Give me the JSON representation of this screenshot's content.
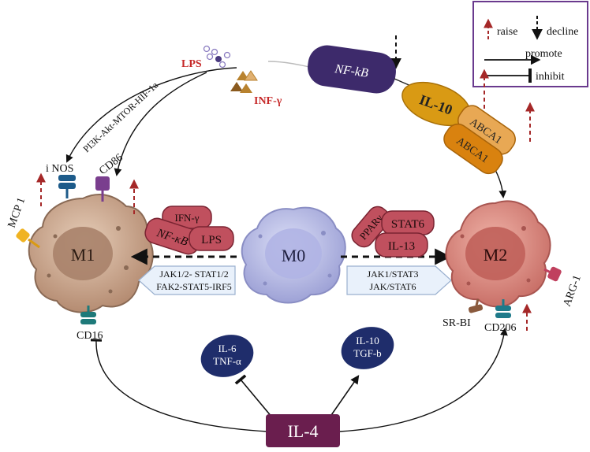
{
  "legend": {
    "raise": "raise",
    "decline": "decline",
    "promote": "promote",
    "inhibit": "inhibit"
  },
  "cells": {
    "m0": "M0",
    "m1": "M1",
    "m2": "M2"
  },
  "m1_markers": {
    "inos": "i NOS",
    "cd86": "CD86",
    "mcp1": "MCP 1",
    "cd16": "CD16"
  },
  "m2_markers": {
    "srbi": "SR-BI",
    "cd206": "CD206",
    "arg1": "ARG-1"
  },
  "m1_signals": {
    "ifn": "IFN-γ",
    "nfkb": "NF-κB",
    "lps": "LPS"
  },
  "m2_signals": {
    "ppar": "PPARγ",
    "stat6": "STAT6",
    "il13": "IL-13"
  },
  "m1_pathway": {
    "line1": "JAK1/2- STAT1/2",
    "line2": "FAK2-STAT5-IRF5"
  },
  "m2_pathway": {
    "line1": "JAK1/STAT3",
    "line2": "JAK/STAT6"
  },
  "top": {
    "nfkb": "NF-kB",
    "il10": "IL-10",
    "abca1_a": "ABCA1",
    "abca1_b": "ABCA1",
    "lps": "LPS",
    "inf": "INF-γ",
    "pi3k": "PI3K-Akt-MTOR-HIF-1a"
  },
  "bottom": {
    "il4": "IL-4",
    "inh_line1": "IL-6",
    "inh_line2": "TNF-α",
    "pro_line1": "IL-10",
    "pro_line2": "TGF-b"
  },
  "colors": {
    "raise_arrow": "#b03030",
    "legend_border": "#6a3a8e",
    "m0_cell": "#b9bde6",
    "m1_cell": "#c9a48a",
    "m2_cell": "#d98a83",
    "signal_block": "#c0505e",
    "il4_block": "#6a1e4e",
    "navy_ellipse": "#1f2d6b",
    "nfkb_block": "#3d2a6b",
    "il10_block": "#d99a14",
    "abca1_block": "#d9820f",
    "pathway_box": "#e9f1fb"
  }
}
